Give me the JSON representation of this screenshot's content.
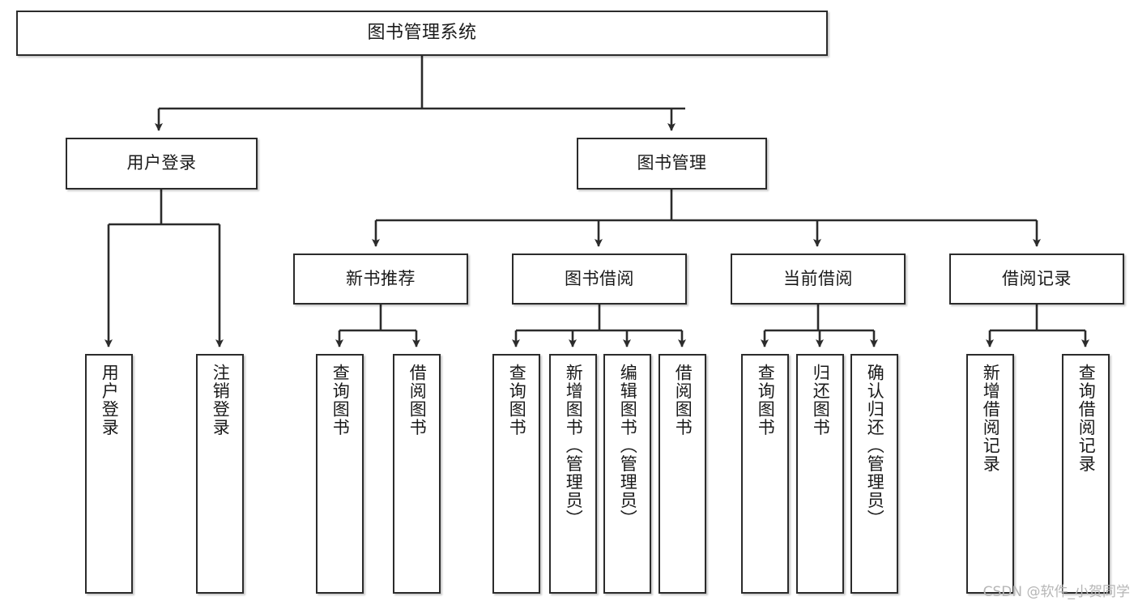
{
  "diagram": {
    "title": "图书管理系统",
    "type": "tree",
    "root": {
      "label": "图书管理系统"
    },
    "level2": [
      {
        "label": "用户登录"
      },
      {
        "label": "图书管理"
      }
    ],
    "level3": [
      {
        "label": "新书推荐"
      },
      {
        "label": "图书借阅"
      },
      {
        "label": "当前借阅"
      },
      {
        "label": "借阅记录"
      }
    ],
    "leaves": [
      {
        "label": "用户登录",
        "parent": "用户登录"
      },
      {
        "label": "注销登录",
        "parent": "用户登录"
      },
      {
        "label": "查询图书",
        "parent": "新书推荐"
      },
      {
        "label": "借阅图书",
        "parent": "新书推荐"
      },
      {
        "label": "查询图书",
        "parent": "图书借阅"
      },
      {
        "label": "新增图书（管理员）",
        "parent": "图书借阅"
      },
      {
        "label": "编辑图书（管理员）",
        "parent": "图书借阅"
      },
      {
        "label": "借阅图书",
        "parent": "图书借阅"
      },
      {
        "label": "查询图书",
        "parent": "当前借阅"
      },
      {
        "label": "归还图书",
        "parent": "当前借阅"
      },
      {
        "label": "确认归还（管理员）",
        "parent": "当前借阅"
      },
      {
        "label": "新增借阅记录",
        "parent": "借阅记录"
      },
      {
        "label": "查询借阅记录",
        "parent": "借阅记录"
      }
    ]
  },
  "watermark": {
    "text": "CSDN @软件_小贺同学"
  },
  "colors": {
    "stroke": "#2b2b2b",
    "fill": "#ffffff",
    "text": "#1a1a1a",
    "watermark": "#b6b6b6"
  }
}
